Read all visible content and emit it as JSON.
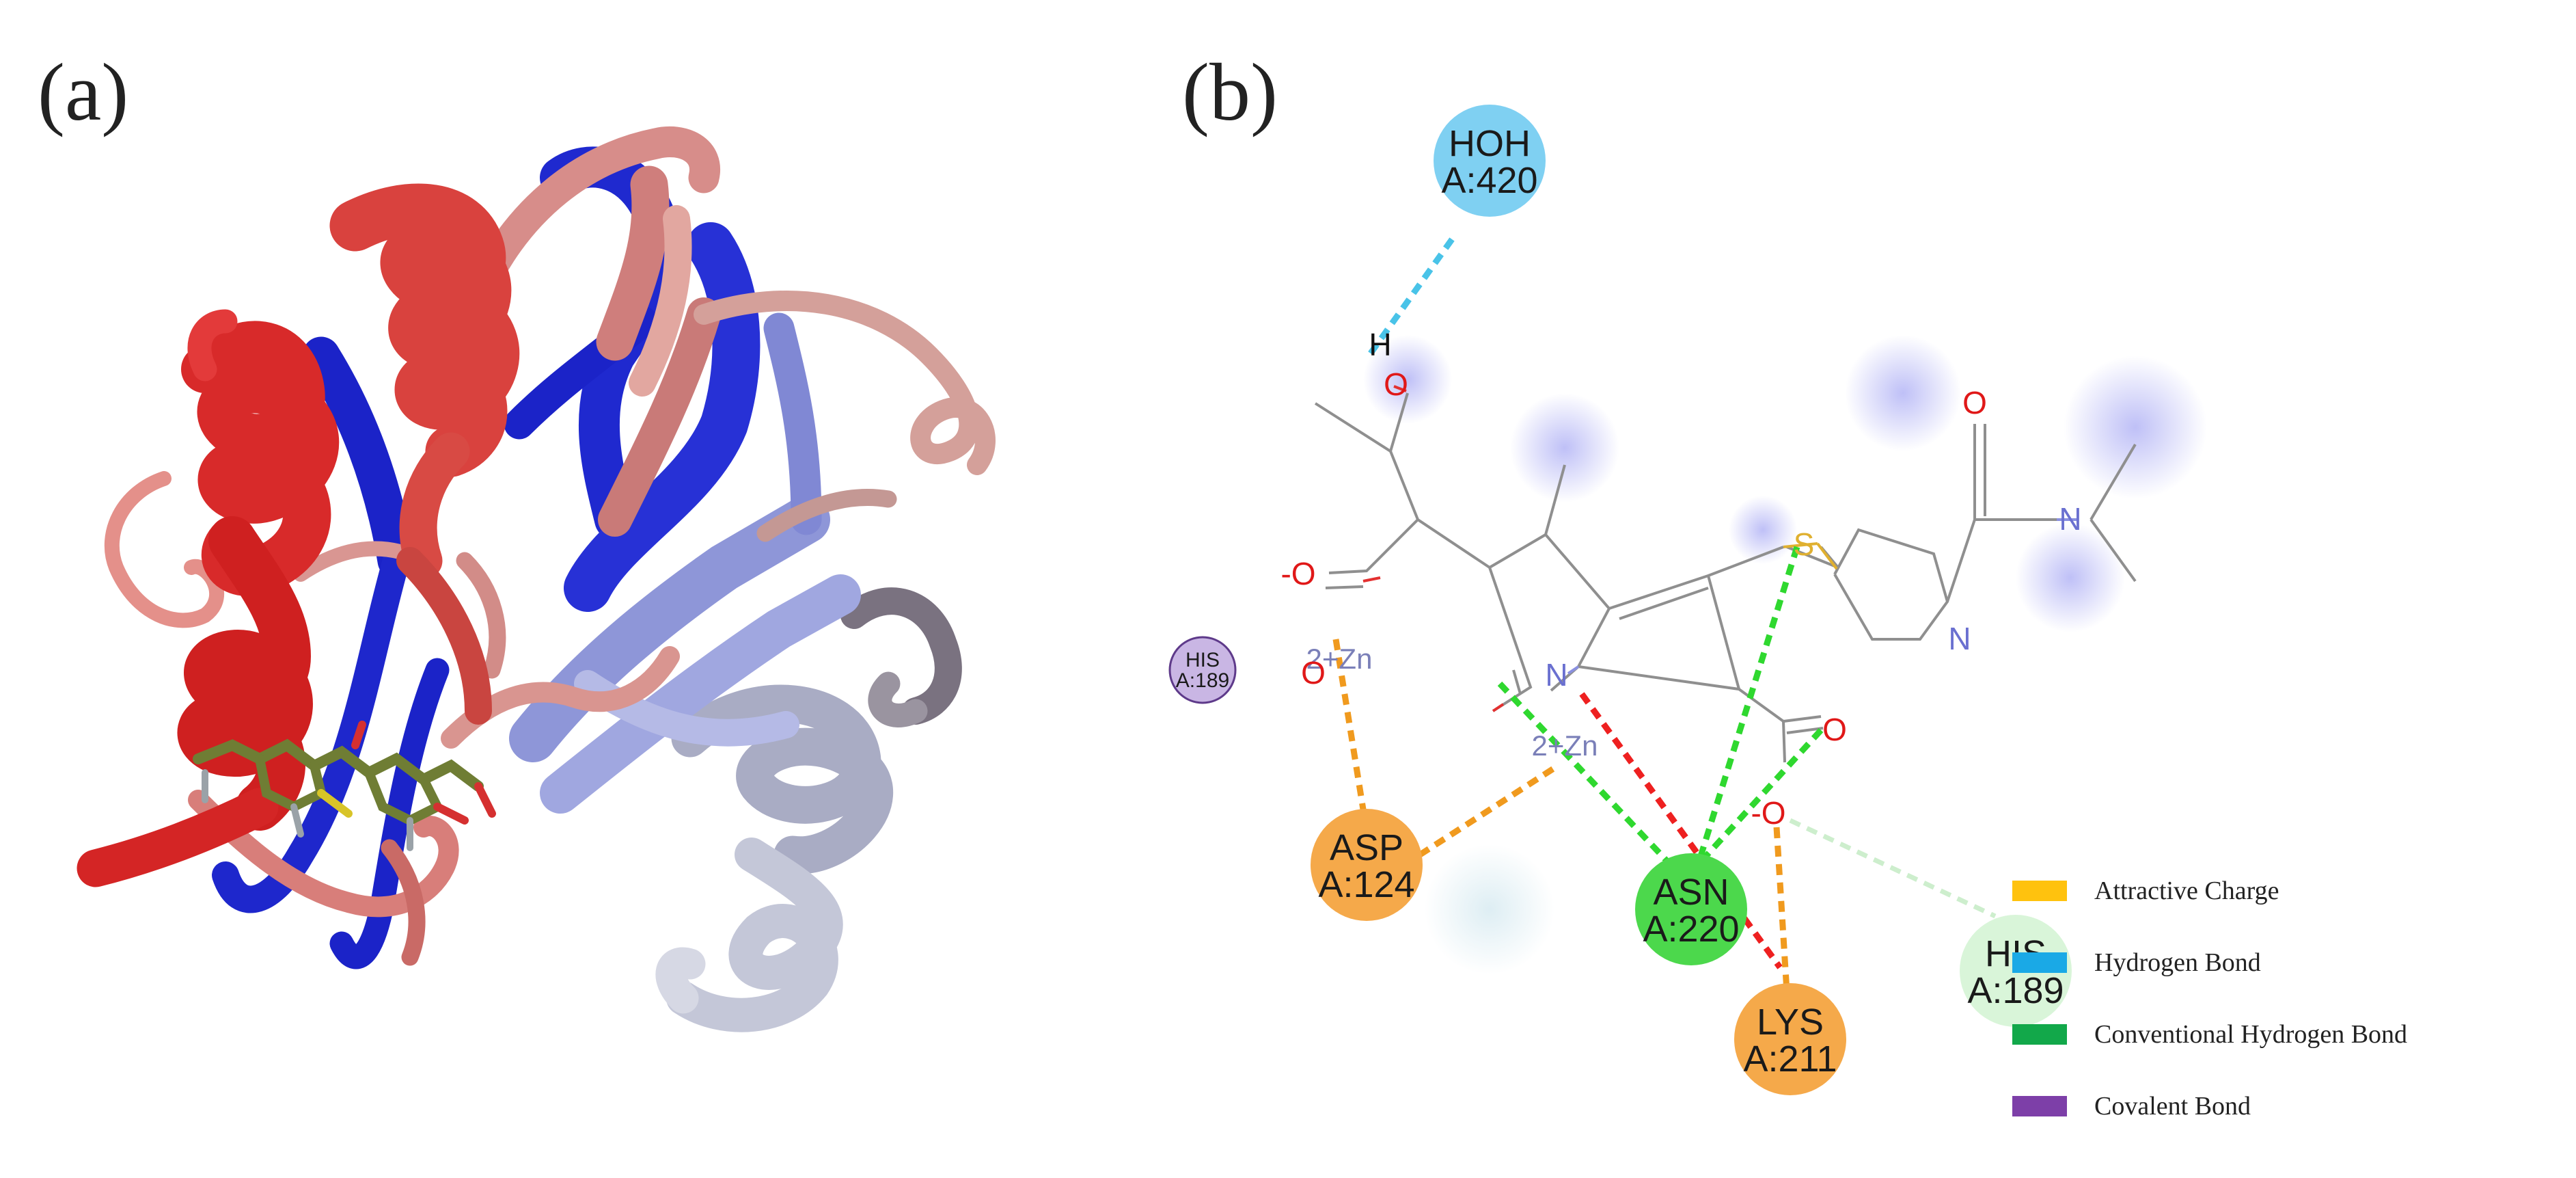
{
  "panels": {
    "a": {
      "label": "(a)"
    },
    "b": {
      "label": "(b)"
    }
  },
  "residues": {
    "hoh": {
      "line1": "HOH",
      "line2": "A:420",
      "color": "#7fd0f2"
    },
    "his_small": {
      "line1": "HIS",
      "line2": "A:189",
      "color": "#c9b6e4"
    },
    "asp": {
      "line1": "ASP",
      "line2": "A:124",
      "color": "#f5a94a"
    },
    "asn": {
      "line1": "ASN",
      "line2": "A:220",
      "color": "#4cd84c"
    },
    "his_large": {
      "line1": "HIS",
      "line2": "A:189",
      "color": "#d9f5d9"
    },
    "lys": {
      "line1": "LYS",
      "line2": "A:211",
      "color": "#f5a94a"
    }
  },
  "atoms": {
    "h": "H",
    "o_hydroxyl": "O",
    "o_carboxyl_minus": "-O",
    "o_carbonyl": "O",
    "o_amide": "O",
    "o_lower": "O",
    "o_minus": "-O",
    "s": "S",
    "n_ring": "N",
    "n_pyrrolidine": "N",
    "n_amide": "N",
    "zn_top": "2+Zn",
    "zn_mid": "2+Zn"
  },
  "legend": [
    {
      "label": "Attractive Charge",
      "color": "#ffc20e"
    },
    {
      "label": "Hydrogen Bond",
      "color": "#1aa9e6"
    },
    {
      "label": "Conventional Hydrogen Bond",
      "color": "#12a84a"
    },
    {
      "label": "Covalent Bond",
      "color": "#7d3fa8"
    }
  ],
  "colors": {
    "attractive": "#f09a1e",
    "hbond": "#49c3e8",
    "conv_hbond": "#2fd82f",
    "unfavorable": "#ee2020",
    "weak": "#bdeebd"
  }
}
